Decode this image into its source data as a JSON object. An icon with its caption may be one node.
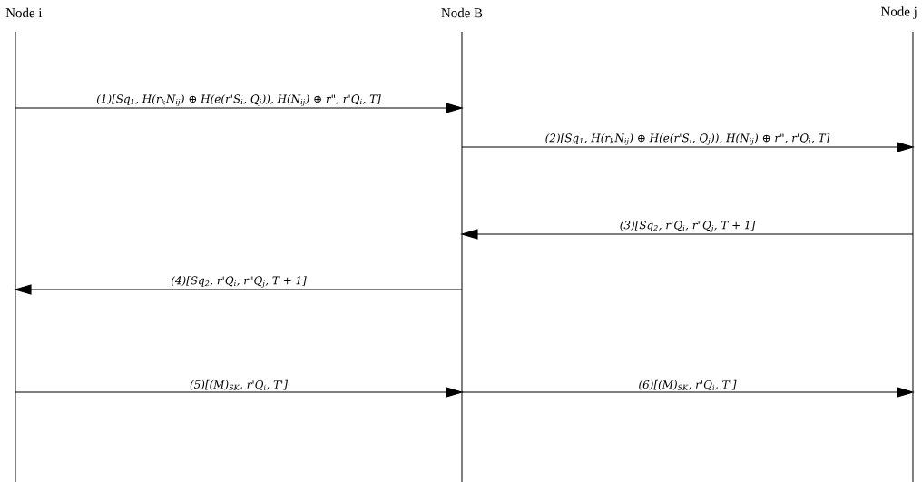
{
  "diagram": {
    "nodes": [
      {
        "text": [
          "Node i"
        ]
      },
      {
        "text": [
          "Node B"
        ]
      },
      {
        "text": [
          "Node j"
        ]
      }
    ],
    "edges": [
      {
        "from": 0,
        "to": 1,
        "arrow": "to",
        "label": "(1)[Sq$_{1}$, H(r$_{k}$N$_{ij}$) ⊕ H(e(r'S$_{i}$, Q$_{j}$)), H(N$_{ij}$) ⊕ r\", r'Q$_{i}$, T]"
      },
      {
        "from": 1,
        "to": 2,
        "arrow": "to",
        "label": "(2)[Sq$_{1}$, H(r$_{k}$N$_{ij}$) ⊕ H(e(r'S$_{i}$, Q$_{j}$)), H(N$_{ij}$) ⊕ r\", r'Q$_{i}$, T]"
      },
      {
        "from": 2,
        "to": 1,
        "arrow": "to",
        "label": "(3)[Sq$_{2}$, r'Q$_{i}$, r\"Q$_{j}$, T + 1]"
      },
      {
        "from": 1,
        "to": 0,
        "arrow": "to",
        "label": "(4)[Sq$_{2}$, r'Q$_{i}$, r\"Q$_{j}$, T + 1]"
      },
      {
        "from": 0,
        "to": 1,
        "arrow": "to",
        "label": "(5)[(M)$_{SK}$, r'Q$_{i}$, T']"
      },
      {
        "from": 1,
        "to": 2,
        "arrow": "to",
        "label": "(6)[(M)$_{SK}$, r'Q$_{i}$, T']"
      }
    ]
  }
}
